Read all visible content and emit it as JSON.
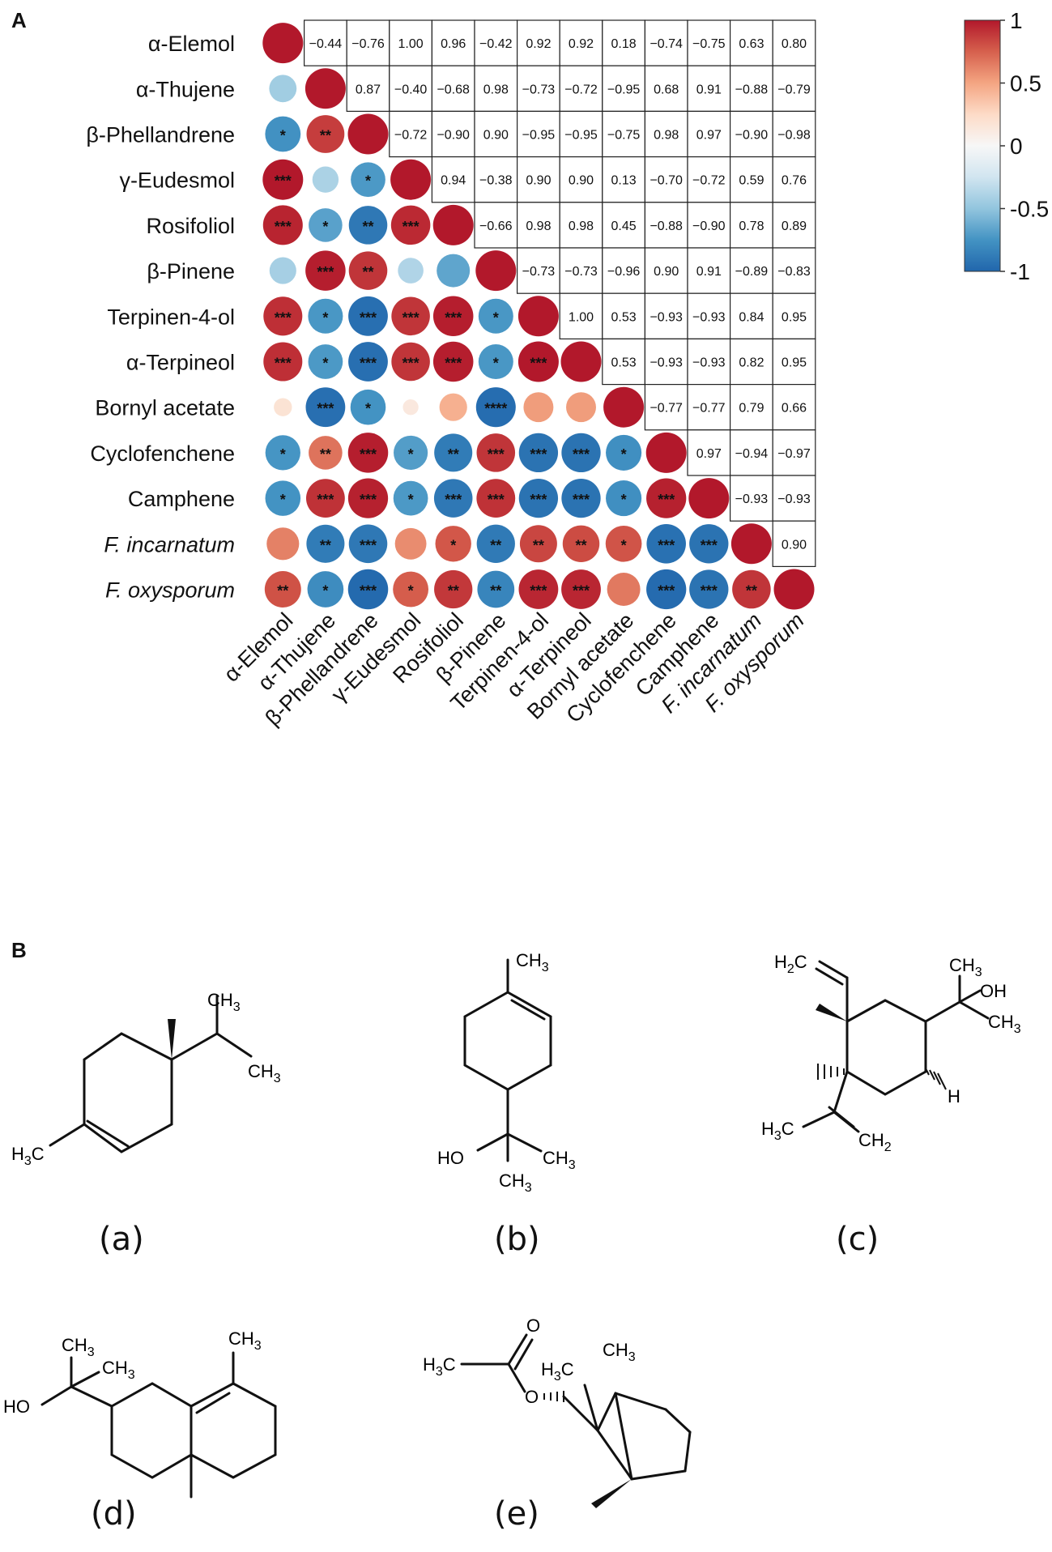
{
  "panel_a_label": "A",
  "panel_b_label": "B",
  "chart_data": {
    "type": "heatmap",
    "variables": [
      "α-Elemol",
      "α-Thujene",
      "β-Phellandrene",
      "γ-Eudesmol",
      "Rosifoliol",
      "β-Pinene",
      "Terpinen-4-ol",
      "α-Terpineol",
      "Bornyl acetate",
      "Cyclofenchene",
      "Camphene",
      "F. incarnatum",
      "F. oxysporum"
    ],
    "italic_variables": [
      "F. incarnatum",
      "F. oxysporum"
    ],
    "upper_values": [
      [
        null,
        -0.44,
        -0.76,
        1.0,
        0.96,
        -0.42,
        0.92,
        0.92,
        0.18,
        -0.74,
        -0.75,
        0.63,
        0.8
      ],
      [
        null,
        null,
        0.87,
        -0.4,
        -0.68,
        0.98,
        -0.73,
        -0.72,
        -0.95,
        0.68,
        0.91,
        -0.88,
        -0.79
      ],
      [
        null,
        null,
        null,
        -0.72,
        -0.9,
        0.9,
        -0.95,
        -0.95,
        -0.75,
        0.98,
        0.97,
        -0.9,
        -0.98
      ],
      [
        null,
        null,
        null,
        null,
        0.94,
        -0.38,
        0.9,
        0.9,
        0.13,
        -0.7,
        -0.72,
        0.59,
        0.76
      ],
      [
        null,
        null,
        null,
        null,
        null,
        -0.66,
        0.98,
        0.98,
        0.45,
        -0.88,
        -0.9,
        0.78,
        0.89
      ],
      [
        null,
        null,
        null,
        null,
        null,
        null,
        -0.73,
        -0.73,
        -0.96,
        0.9,
        0.91,
        -0.89,
        -0.83
      ],
      [
        null,
        null,
        null,
        null,
        null,
        null,
        null,
        1.0,
        0.53,
        -0.93,
        -0.93,
        0.84,
        0.95
      ],
      [
        null,
        null,
        null,
        null,
        null,
        null,
        null,
        null,
        0.53,
        -0.93,
        -0.93,
        0.82,
        0.95
      ],
      [
        null,
        null,
        null,
        null,
        null,
        null,
        null,
        null,
        null,
        -0.77,
        -0.77,
        0.79,
        0.66
      ],
      [
        null,
        null,
        null,
        null,
        null,
        null,
        null,
        null,
        null,
        null,
        0.97,
        -0.94,
        -0.97
      ],
      [
        null,
        null,
        null,
        null,
        null,
        null,
        null,
        null,
        null,
        null,
        null,
        -0.93,
        -0.93
      ],
      [
        null,
        null,
        null,
        null,
        null,
        null,
        null,
        null,
        null,
        null,
        null,
        null,
        0.9
      ],
      [
        null,
        null,
        null,
        null,
        null,
        null,
        null,
        null,
        null,
        null,
        null,
        null,
        null
      ]
    ],
    "upper_labels": [
      [
        null,
        "−0.44",
        "−0.76",
        "1.00",
        "0.96",
        "−0.42",
        "0.92",
        "0.92",
        "0.18",
        "−0.74",
        "−0.75",
        "0.63",
        "0.80"
      ],
      [
        null,
        null,
        "0.87",
        "−0.40",
        "−0.68",
        "0.98",
        "−0.73",
        "−0.72",
        "−0.95",
        "0.68",
        "0.91",
        "−0.88",
        "−0.79"
      ],
      [
        null,
        null,
        null,
        "−0.72",
        "−0.90",
        "0.90",
        "−0.95",
        "−0.95",
        "−0.75",
        "0.98",
        "0.97",
        "−0.90",
        "−0.98"
      ],
      [
        null,
        null,
        null,
        null,
        "0.94",
        "−0.38",
        "0.90",
        "0.90",
        "0.13",
        "−0.70",
        "−0.72",
        "0.59",
        "0.76"
      ],
      [
        null,
        null,
        null,
        null,
        null,
        "−0.66",
        "0.98",
        "0.98",
        "0.45",
        "−0.88",
        "−0.90",
        "0.78",
        "0.89"
      ],
      [
        null,
        null,
        null,
        null,
        null,
        null,
        "−0.73",
        "−0.73",
        "−0.96",
        "0.90",
        "0.91",
        "−0.89",
        "−0.83"
      ],
      [
        null,
        null,
        null,
        null,
        null,
        null,
        null,
        "1.00",
        "0.53",
        "−0.93",
        "−0.93",
        "0.84",
        "0.95"
      ],
      [
        null,
        null,
        null,
        null,
        null,
        null,
        null,
        null,
        "0.53",
        "−0.93",
        "−0.93",
        "0.82",
        "0.95"
      ],
      [
        null,
        null,
        null,
        null,
        null,
        null,
        null,
        null,
        null,
        "−0.77",
        "−0.77",
        "0.79",
        "0.66"
      ],
      [
        null,
        null,
        null,
        null,
        null,
        null,
        null,
        null,
        null,
        null,
        "0.97",
        "−0.94",
        "−0.97"
      ],
      [
        null,
        null,
        null,
        null,
        null,
        null,
        null,
        null,
        null,
        null,
        null,
        "−0.93",
        "−0.93"
      ],
      [
        null,
        null,
        null,
        null,
        null,
        null,
        null,
        null,
        null,
        null,
        null,
        null,
        "0.90"
      ],
      [
        null,
        null,
        null,
        null,
        null,
        null,
        null,
        null,
        null,
        null,
        null,
        null,
        null
      ]
    ],
    "significance": [
      [],
      [
        ""
      ],
      [
        "*",
        "**"
      ],
      [
        "***",
        "",
        "*"
      ],
      [
        "***",
        "*",
        "**",
        "***"
      ],
      [
        "",
        "***",
        "**",
        "",
        ""
      ],
      [
        "***",
        "*",
        "***",
        "***",
        "***",
        "*"
      ],
      [
        "***",
        "*",
        "***",
        "***",
        "***",
        "*",
        "***"
      ],
      [
        "",
        "***",
        "*",
        "",
        "",
        "****",
        "",
        ""
      ],
      [
        "*",
        "**",
        "***",
        "*",
        "**",
        "***",
        "***",
        "***",
        "*"
      ],
      [
        "*",
        "***",
        "***",
        "*",
        "***",
        "***",
        "***",
        "***",
        "*",
        "***"
      ],
      [
        "",
        "**",
        "***",
        "",
        "*",
        "**",
        "**",
        "**",
        "*",
        "***",
        "***"
      ],
      [
        "**",
        "*",
        "***",
        "*",
        "**",
        "**",
        "***",
        "***",
        "",
        "***",
        "***",
        "**"
      ]
    ],
    "colorbar": {
      "range": [
        -1,
        1
      ],
      "tick_labels": [
        "1",
        "0.5",
        "0",
        "-0.5",
        "-1"
      ],
      "colors": [
        "#b2182b",
        "#d6604d",
        "#f4a582",
        "#fddbc7",
        "#f7f7f7",
        "#d1e5f0",
        "#92c5de",
        "#4393c3",
        "#2166ac"
      ]
    }
  },
  "structures": {
    "a": {
      "caption": "(a)",
      "labels": {
        "ch3_top": "CH3",
        "ch3_right": "CH3",
        "h3c_left": "H3C"
      }
    },
    "b": {
      "caption": "(b)",
      "labels": {
        "ch3_top": "CH3",
        "ho": "HO",
        "ch3_right": "CH3",
        "ch3_bottom": "CH3"
      }
    },
    "c": {
      "caption": "(c)",
      "labels": {
        "h2c": "H2C",
        "ch3_top": "CH3",
        "oh": "OH",
        "ch3_right": "CH3",
        "h": "H",
        "h3c": "H3C",
        "ch2": "CH2"
      }
    },
    "d": {
      "caption": "(d)",
      "labels": {
        "ch3_a": "CH3",
        "ch3_b": "CH3",
        "ho": "HO",
        "ch3_ring": "CH3"
      }
    },
    "e": {
      "caption": "(e)",
      "labels": {
        "o": "O",
        "h3c_acyl": "H3C",
        "o_ester": "O",
        "h3c_bridge": "H3C",
        "ch3_top": "CH3"
      }
    }
  }
}
